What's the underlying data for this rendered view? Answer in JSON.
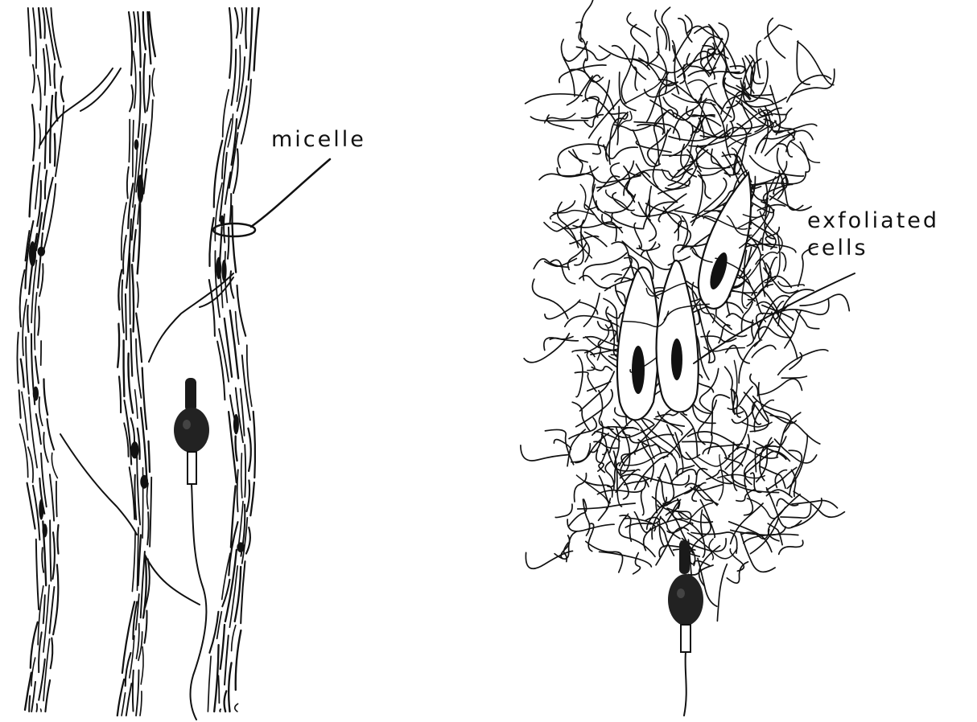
{
  "panels": [
    {
      "name": "left-panel",
      "callout": "micelle"
    },
    {
      "name": "right-panel",
      "callout": "exfoliated cells"
    }
  ],
  "labels": {
    "micelle": "micelle",
    "exfoliated_line1": "exfoliated",
    "exfoliated_line2": "cells"
  },
  "colors": {
    "ink": "#111111",
    "paper": "#ffffff"
  }
}
